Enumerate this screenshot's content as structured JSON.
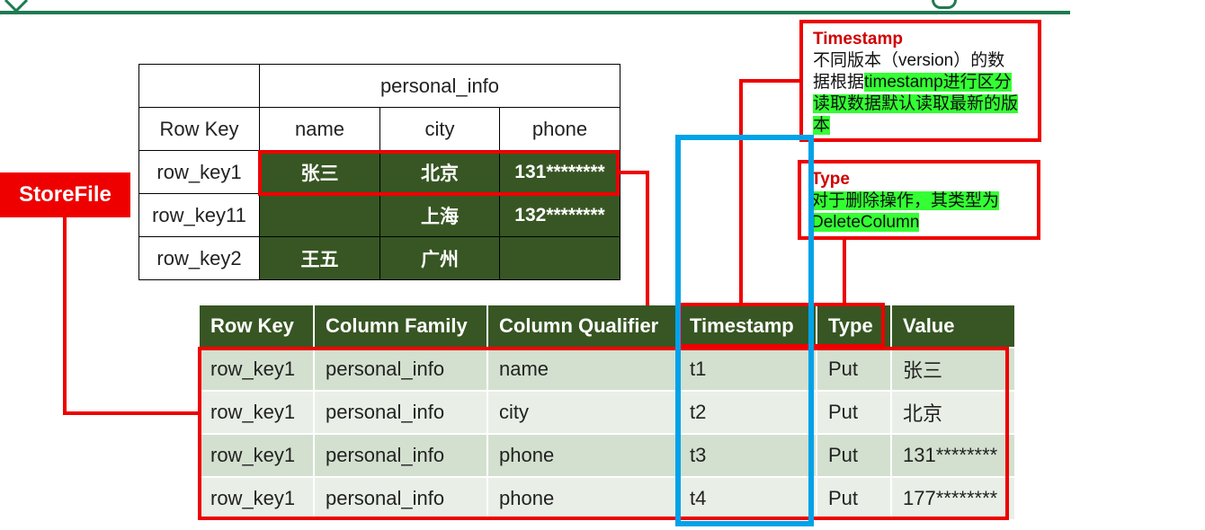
{
  "top_table": {
    "family": "personal_info",
    "headers": [
      "Row Key",
      "name",
      "city",
      "phone"
    ],
    "rows": [
      {
        "key": "row_key1",
        "name": "张三",
        "city": "北京",
        "phone": "131********"
      },
      {
        "key": "row_key11",
        "name": "",
        "city": "上海",
        "phone": "132********"
      },
      {
        "key": "row_key2",
        "name": "王五",
        "city": "广州",
        "phone": ""
      }
    ]
  },
  "storefile_label": "StoreFile",
  "timestamp_note": {
    "title": "Timestamp",
    "line1": "不同版本（version）的数",
    "line2_plain": "据根据",
    "line2_hl": "timestamp进行区分",
    "line3_hl": "读取数据默认读取最新的版",
    "line4_hl": "本"
  },
  "type_note": {
    "title": "Type",
    "line1_hl": "对于删除操作，其类型为",
    "line2_hl": "DeleteColumn"
  },
  "bottom_table": {
    "headers": [
      "Row Key",
      "Column Family",
      "Column Qualifier",
      "Timestamp",
      "Type",
      "Value"
    ],
    "rows": [
      [
        "row_key1",
        "personal_info",
        "name",
        "t1",
        "Put",
        "张三"
      ],
      [
        "row_key1",
        "personal_info",
        "city",
        "t2",
        "Put",
        "北京"
      ],
      [
        "row_key1",
        "personal_info",
        "phone",
        "t3",
        "Put",
        "131********"
      ],
      [
        "row_key1",
        "personal_info",
        "phone",
        "t4",
        "Put",
        "177********"
      ]
    ]
  },
  "colors": {
    "dark_green": "#375623",
    "red": "#ee0000",
    "blue": "#00a2e8",
    "highlight": "#33ff33"
  }
}
